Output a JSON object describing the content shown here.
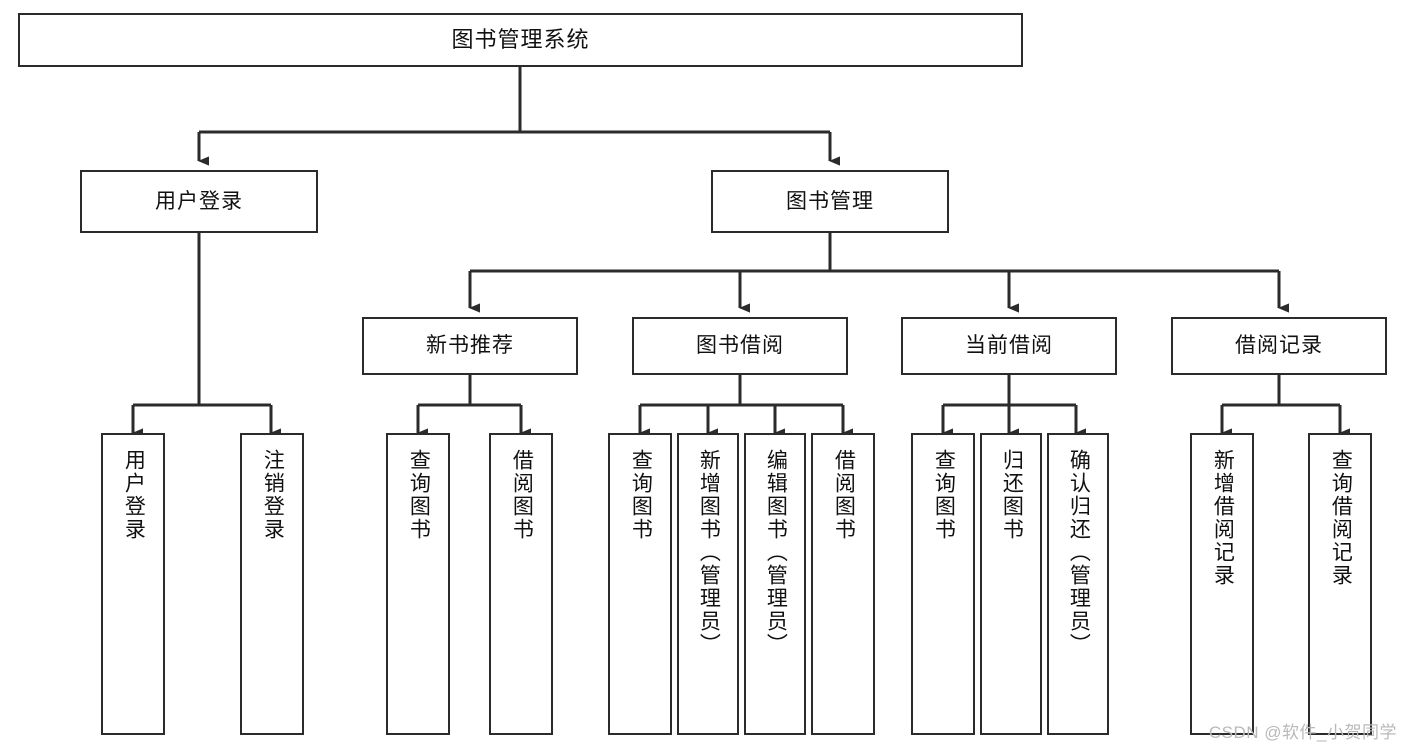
{
  "diagram": {
    "type": "tree-hierarchy",
    "title": "图书管理系统",
    "watermark": "CSDN @软件_小贺同学",
    "colors": {
      "box_border": "#2b2b2b",
      "box_fill": "#ffffff",
      "connector": "#2b2b2b",
      "text": "#111111",
      "watermark": "#b9b9b9",
      "background": "#ffffff"
    },
    "nodes": {
      "root": {
        "label": "图书管理系统"
      },
      "level2": [
        {
          "id": "user-login",
          "label": "用户登录"
        },
        {
          "id": "book-manage",
          "label": "图书管理"
        }
      ],
      "level3": [
        {
          "id": "new-book-recommend",
          "label": "新书推荐"
        },
        {
          "id": "book-borrow",
          "label": "图书借阅"
        },
        {
          "id": "current-borrow",
          "label": "当前借阅"
        },
        {
          "id": "borrow-record",
          "label": "借阅记录"
        }
      ],
      "leaves": {
        "user-login": [
          {
            "id": "leaf-user-login",
            "label": "用户登录"
          },
          {
            "id": "leaf-user-logout",
            "label": "注销登录"
          }
        ],
        "new-book-recommend": [
          {
            "id": "leaf-query-book-1",
            "label": "查询图书"
          },
          {
            "id": "leaf-borrow-book-1",
            "label": "借阅图书"
          }
        ],
        "book-borrow": [
          {
            "id": "leaf-query-book-2",
            "label": "查询图书"
          },
          {
            "id": "leaf-add-book",
            "label": "新增图书（管理员）"
          },
          {
            "id": "leaf-edit-book",
            "label": "编辑图书（管理员）"
          },
          {
            "id": "leaf-borrow-book-2",
            "label": "借阅图书"
          }
        ],
        "current-borrow": [
          {
            "id": "leaf-query-book-3",
            "label": "查询图书"
          },
          {
            "id": "leaf-return-book",
            "label": "归还图书"
          },
          {
            "id": "leaf-confirm-return",
            "label": "确认归还（管理员）"
          }
        ],
        "borrow-record": [
          {
            "id": "leaf-add-record",
            "label": "新增借阅记录"
          },
          {
            "id": "leaf-query-record",
            "label": "查询借阅记录"
          }
        ]
      }
    }
  }
}
